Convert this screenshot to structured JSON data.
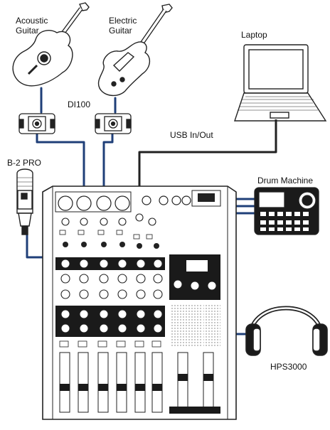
{
  "labels": {
    "acoustic_guitar": "Acoustic\nGuitar",
    "electric_guitar": "Electric\nGuitar",
    "laptop": "Laptop",
    "di100": "DI100",
    "usb": "USB In/Out",
    "b2_pro": "B-2 PRO",
    "drum_machine": "Drum Machine",
    "headphones": "HPS3000"
  },
  "colors": {
    "cable": "#1f3f78",
    "outline": "#222222",
    "dark_panel": "#1a1a1a"
  },
  "icons": [
    "acoustic-guitar-icon",
    "electric-guitar-icon",
    "laptop-icon",
    "di-box-icon",
    "microphone-icon",
    "drum-machine-icon",
    "headphones-icon",
    "mixer-icon"
  ]
}
